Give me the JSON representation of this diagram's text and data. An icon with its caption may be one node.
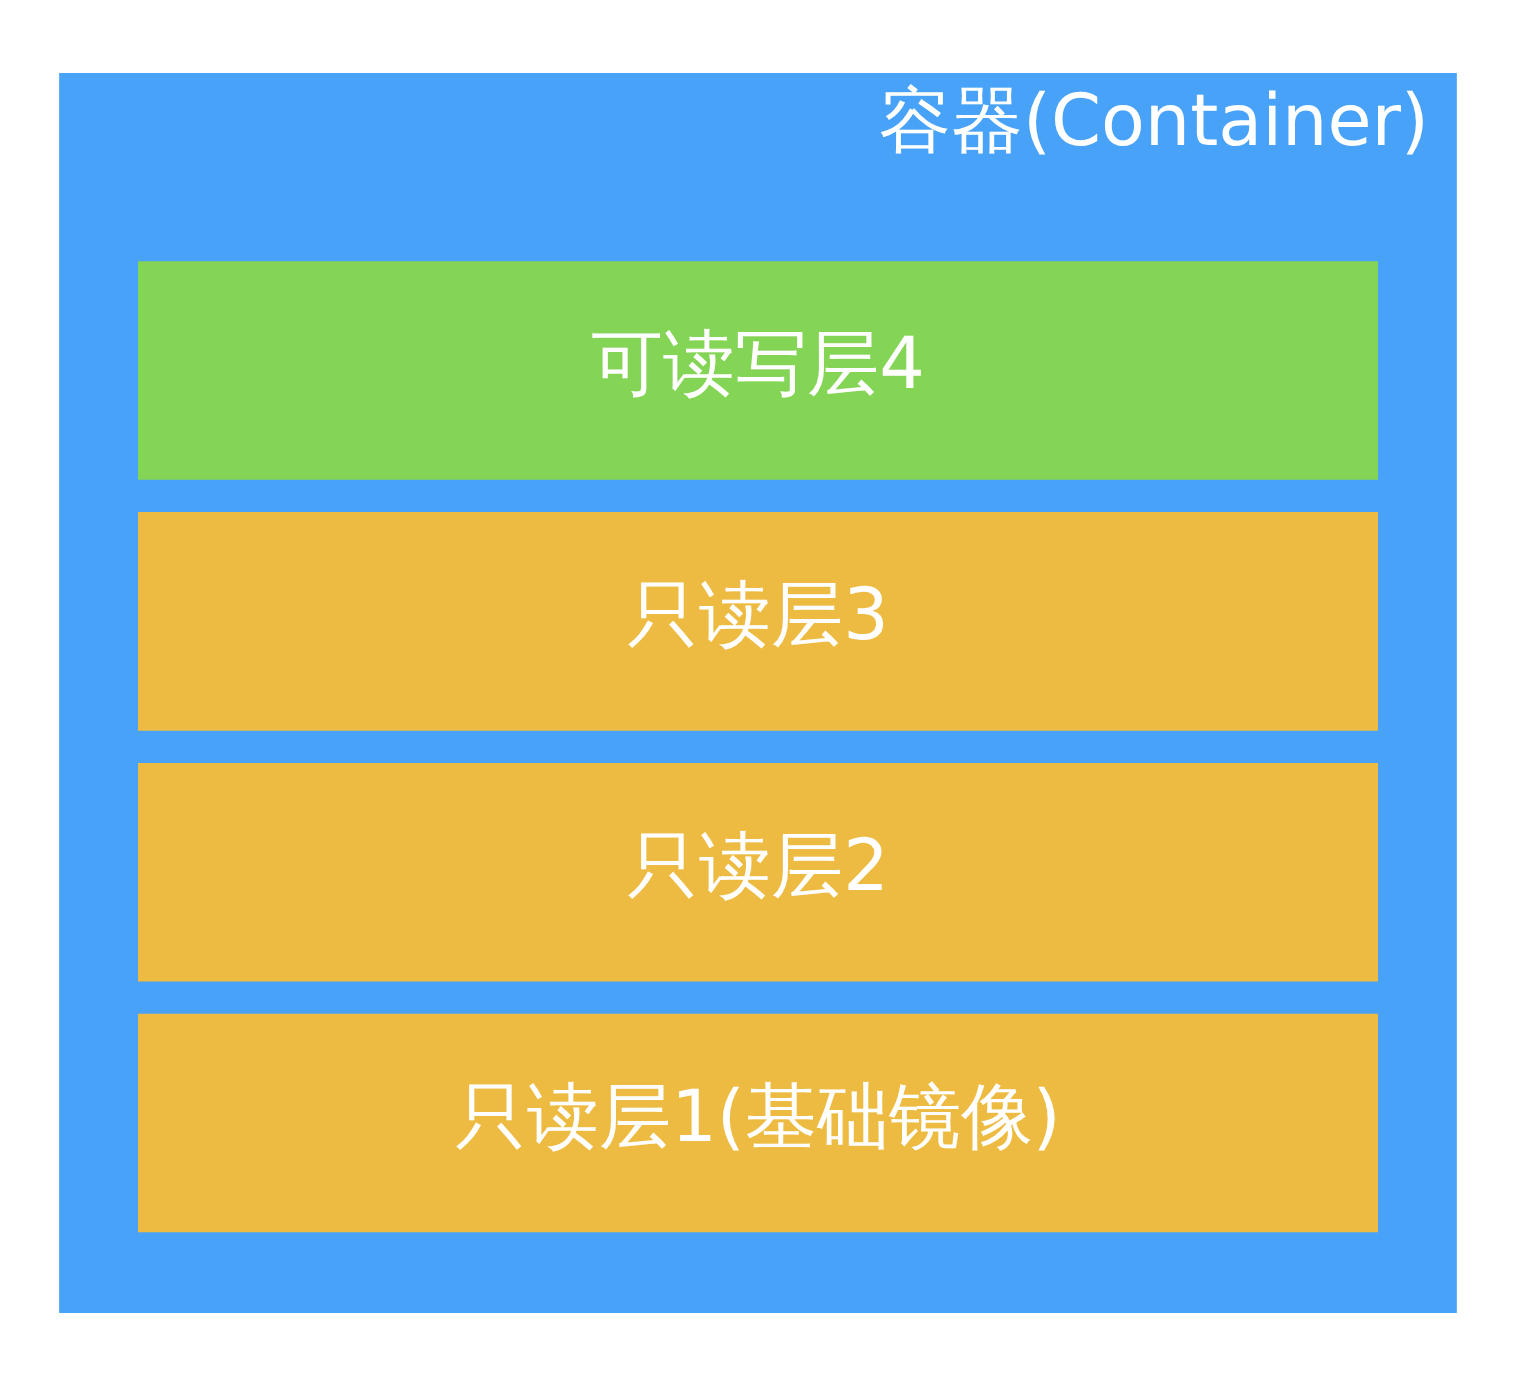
{
  "diagram": {
    "nodes": [
      {
        "text": [
          "容器(Container)"
        ]
      },
      {
        "text": [
          "可读写层4"
        ],
        "in": 0
      },
      {
        "text": [
          "只读层3"
        ],
        "in": 0
      },
      {
        "text": [
          "只读层2"
        ],
        "in": 0
      },
      {
        "text": [
          "只读层1(基础镜像)"
        ],
        "in": 0
      }
    ],
    "edges": []
  }
}
